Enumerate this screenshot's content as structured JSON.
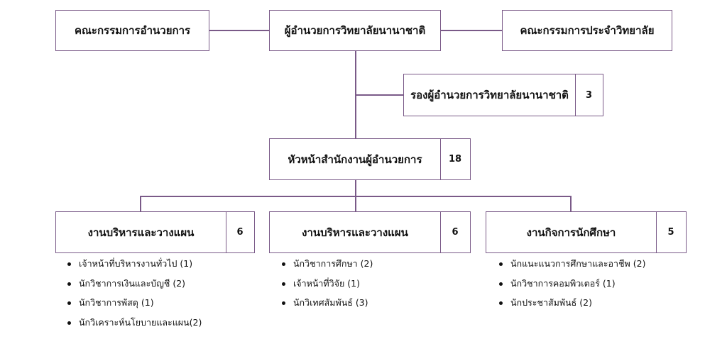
{
  "top": {
    "left": "คณะกรรมการอำนวยการ",
    "center": "ผู้อำนวยการวิทยาลัยนานาชาติ",
    "right": "คณะกรรมการประจำวิทยาลัย"
  },
  "deputy": {
    "label": "รองผู้อำนวยการวิทยาลัยนานาชาติ",
    "count": "3"
  },
  "head": {
    "label": "หัวหน้าสำนักงานผู้อำนวยการ",
    "count": "18"
  },
  "units": [
    {
      "label": "งานบริหารและวางแผน",
      "count": "6",
      "items": [
        "เจ้าหน้าที่บริหารงานทั่วไป (1)",
        "นักวิชาการเงินและบัญชี (2)",
        "นักวิชาการพัสดุ (1)",
        "นักวิเคราะห์นโยบายและแผน(2)"
      ]
    },
    {
      "label": "งานบริหารและวางแผน",
      "count": "6",
      "items": [
        "นักวิชาการศึกษา (2)",
        "เจ้าหน้าที่วิจัย (1)",
        "นักวิเทศสัมพันธ์ (3)"
      ]
    },
    {
      "label": "งานกิจการนักศึกษา",
      "count": "5",
      "items": [
        "นักแนะแนวการศึกษาและอาชีพ (2)",
        "นักวิชาการคอมพิวเตอร์ (1)",
        "นักประชาสัมพันธ์ (2)"
      ]
    }
  ]
}
